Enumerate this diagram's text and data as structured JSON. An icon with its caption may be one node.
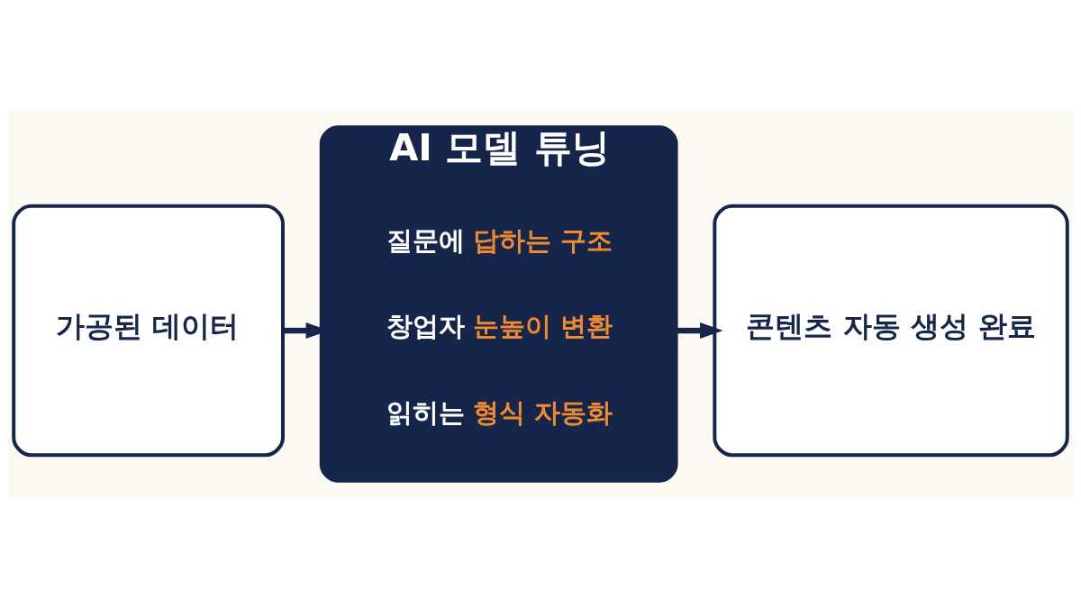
{
  "diagram": {
    "nodes": [
      {
        "text": [
          "가공된 데이터"
        ]
      },
      {
        "text": [
          "AI 모델 튜닝"
        ]
      },
      {
        "text": [
          "질문에 **답하는 구조**"
        ],
        "in": 1
      },
      {
        "text": [
          "창업자 **눈높이 변환**"
        ],
        "in": 1
      },
      {
        "text": [
          "읽히는 **형식 자동화**"
        ],
        "in": 1
      },
      {
        "text": [
          "콘텐츠 자동 생성 완료"
        ]
      }
    ],
    "edges": [
      {
        "from": 0,
        "to": 1,
        "arrow": "to"
      },
      {
        "from": 1,
        "to": 5,
        "arrow": "to"
      }
    ]
  }
}
